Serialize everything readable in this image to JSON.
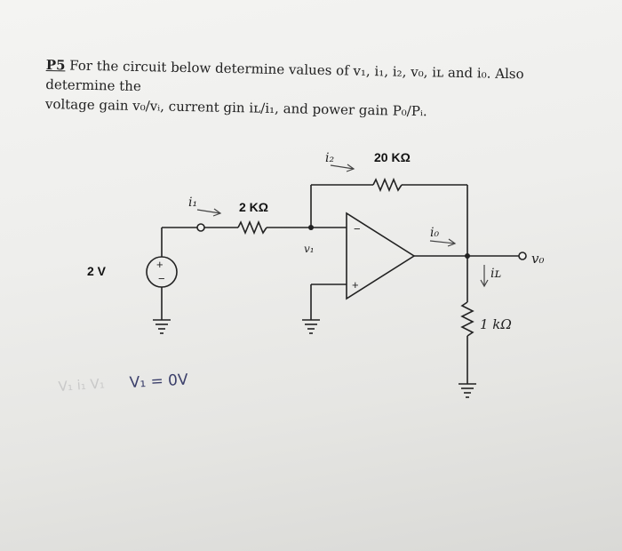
{
  "problem": {
    "number": "P5",
    "line1": " For the circuit below determine values of v₁, i₁, i₂, v₀, iʟ and i₀. Also determine the",
    "line2": "voltage gain v₀/vᵢ, current gin iʟ/i₁, and power gain P₀/Pᵢ."
  },
  "circuit": {
    "source_label": "2 V",
    "source_plus": "+",
    "source_minus": "−",
    "r_input_label": "2 KΩ",
    "r_feedback_label": "20 KΩ",
    "r_load_label": "1 kΩ",
    "i1_label": "i₁",
    "i2_label": "i₂",
    "io_label": "i₀",
    "il_label": "iʟ",
    "v1_label": "v₁",
    "vo_label": "v₀",
    "opamp_minus": "−",
    "opamp_plus": "+"
  },
  "handwritten": {
    "note": "V₁ = 0V",
    "faded": "V₁  i₁  V₁"
  }
}
